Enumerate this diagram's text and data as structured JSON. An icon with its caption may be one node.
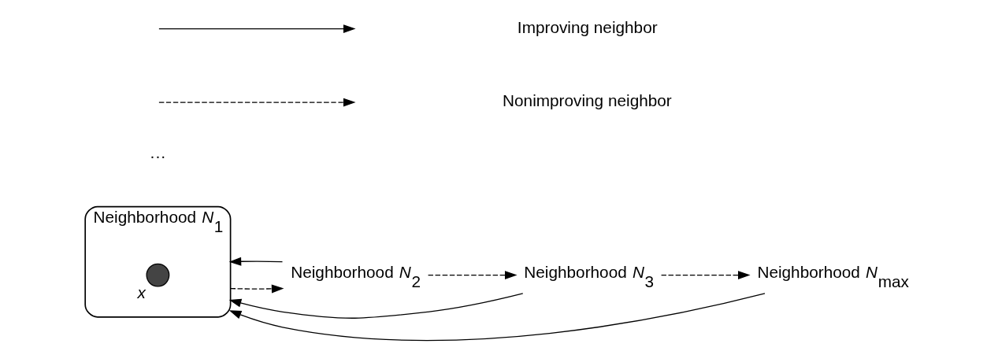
{
  "diagram": {
    "nodes": [
      {
        "text": [
          "Neighborhood *N*$_{1}$"
        ]
      },
      {
        "text": [],
        "shape": "circle",
        "beside": [
          "*x*"
        ],
        "in": 0
      },
      {
        "text": [
          "Neighborhood *N*$_{2}$"
        ]
      },
      {
        "text": [
          "Neighborhood *N*$_{3}$"
        ]
      },
      {
        "text": [
          "Neighborhood *N*$_{max}$"
        ]
      }
    ],
    "edges": [
      {
        "from": 0,
        "to": 2,
        "arrow": "to",
        "style": "dashed"
      },
      {
        "from": 2,
        "to": 3,
        "arrow": "to",
        "style": "dashed"
      },
      {
        "from": 3,
        "to": 4,
        "arrow": "to",
        "style": "dashed"
      },
      {
        "from": 2,
        "to": 0,
        "arrow": "to"
      },
      {
        "from": 3,
        "to": 0,
        "arrow": "to"
      },
      {
        "from": 4,
        "to": 0,
        "arrow": "to"
      }
    ],
    "labels": [
      "···"
    ],
    "legend": [
      {
        "text": "Improving neighbor"
      },
      {
        "text": "Nonimproving neighbor"
      }
    ]
  }
}
